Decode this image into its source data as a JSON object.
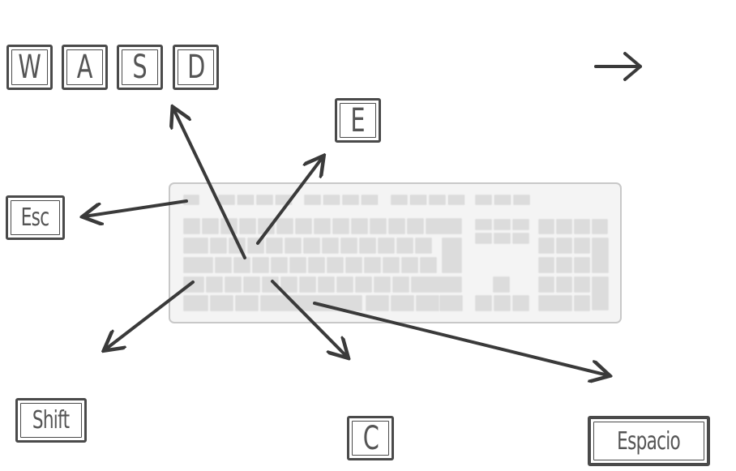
{
  "keys": {
    "w": "W",
    "a": "A",
    "s": "S",
    "d": "D",
    "e": "E",
    "esc": "Esc",
    "shift": "Shift",
    "c": "C",
    "space": "Espacio"
  },
  "colors": {
    "arrow": "#3a3a3a",
    "keycap_border": "#4a4a4a",
    "keyboard_body": "#f4f4f4",
    "keyboard_key": "#dcdcdc"
  },
  "icons": [
    "right-arrow-icon"
  ]
}
